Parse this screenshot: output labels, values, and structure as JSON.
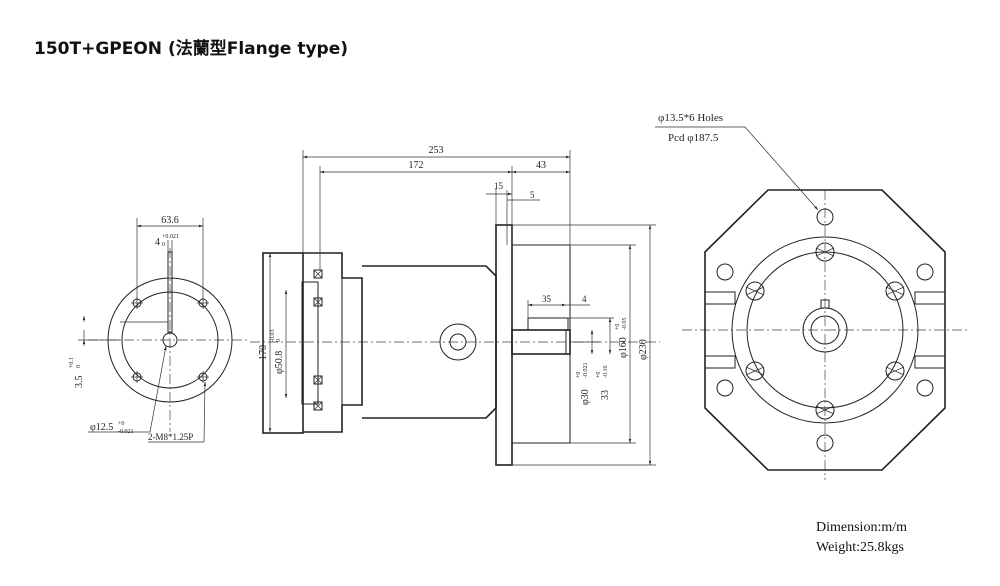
{
  "title": "150T+GPEON  (法蘭型Flange type)",
  "notes": {
    "dimension": "Dimension:m/m",
    "weight": "Weight:25.8kgs"
  },
  "left_view": {
    "dim_width": "63.6",
    "dim_key": "4",
    "dim_key_tol": "+0.021",
    "dim_key_tol_low": "0",
    "dim_offset": "3.5",
    "dim_offset_tol": "+0.1",
    "dim_offset_tol_low": "0",
    "dim_bore": "φ12.5",
    "dim_bore_tol": "+0",
    "dim_bore_tol_low": "-0.021",
    "dim_thread": "2-M8*1.25P"
  },
  "side_view": {
    "dim_total": "253",
    "dim_body": "172",
    "dim_shaft": "43",
    "dim_flange": "15",
    "dim_gap": "5",
    "dim_key_len": "35",
    "dim_key_w": "4",
    "dim_d170": "170",
    "dim_d50": "φ50.8",
    "dim_d50_tol": "-0.03",
    "dim_d50_tol_low": "0",
    "dim_d30": "φ30",
    "dim_d30_tol": "+0",
    "dim_d30_tol_low": "-0.021",
    "dim_33": "33",
    "dim_33_tol": "+0",
    "dim_33_tol_low": "-0.16",
    "dim_d160": "φ160",
    "dim_d160_tol": "+0",
    "dim_d160_tol_low": "-0.05",
    "dim_d230": "φ230"
  },
  "front_view": {
    "holes": "φ13.5*6 Holes",
    "pcd": "Pcd φ187.5"
  }
}
